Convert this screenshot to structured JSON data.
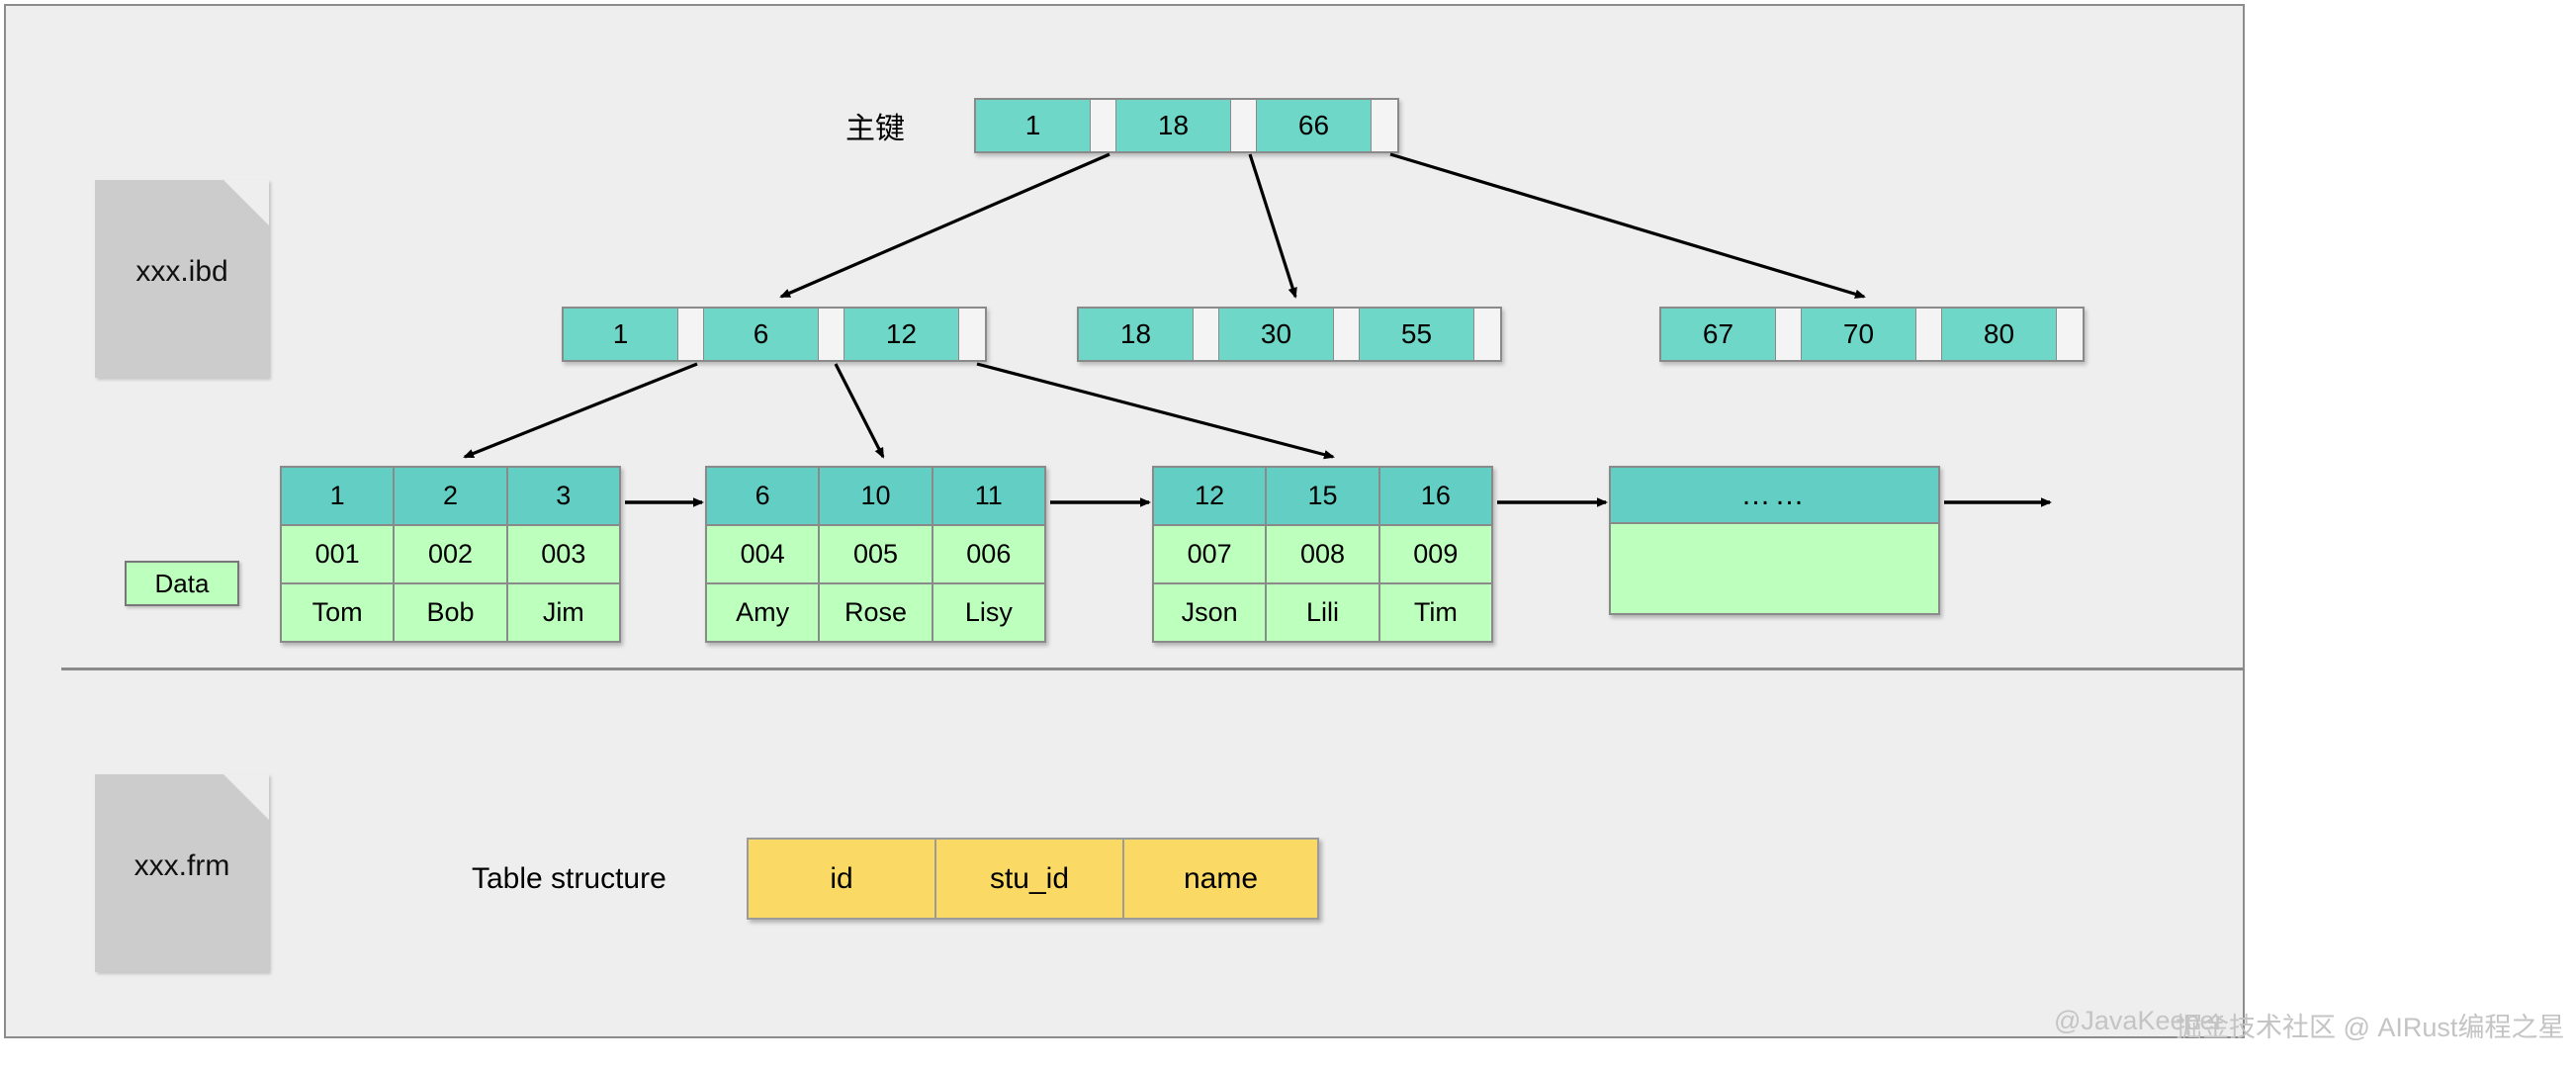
{
  "diagram": {
    "title_label": "主键",
    "data_badge": "Data",
    "table_structure_label": "Table structure",
    "files": [
      {
        "name": "xxx.ibd"
      },
      {
        "name": "xxx.frm"
      }
    ],
    "root_node": {
      "keys": [
        "1",
        "18",
        "66"
      ]
    },
    "internal_nodes": [
      {
        "keys": [
          "1",
          "6",
          "12"
        ]
      },
      {
        "keys": [
          "18",
          "30",
          "55"
        ]
      },
      {
        "keys": [
          "67",
          "70",
          "80"
        ]
      }
    ],
    "leaf_nodes": [
      {
        "ids": [
          "1",
          "2",
          "3"
        ],
        "stu_ids": [
          "001",
          "002",
          "003"
        ],
        "names": [
          "Tom",
          "Bob",
          "Jim"
        ]
      },
      {
        "ids": [
          "6",
          "10",
          "11"
        ],
        "stu_ids": [
          "004",
          "005",
          "006"
        ],
        "names": [
          "Amy",
          "Rose",
          "Lisy"
        ]
      },
      {
        "ids": [
          "12",
          "15",
          "16"
        ],
        "stu_ids": [
          "007",
          "008",
          "009"
        ],
        "names": [
          "Json",
          "Lili",
          "Tim"
        ]
      }
    ],
    "leaf_ellipsis": "……",
    "table_columns": [
      "id",
      "stu_id",
      "name"
    ],
    "colors": {
      "index_key": "#6fd7c8",
      "leaf_key": "#63cfc4",
      "leaf_value": "#bdffbd",
      "table_column": "#fada64",
      "file_icon": "#cccccc",
      "canvas": "#eeeeee",
      "border": "#8a8a8a"
    }
  },
  "watermarks": {
    "author": "@JavaKeeper",
    "site": "掘金技术社区 @ AIRust编程之星"
  }
}
